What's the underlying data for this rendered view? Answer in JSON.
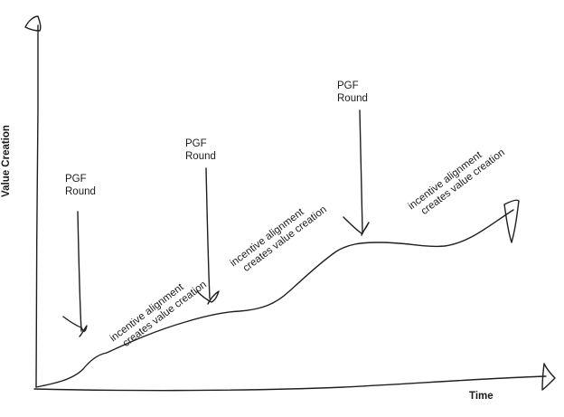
{
  "diagram": {
    "y_axis_label": "Value Creation",
    "x_axis_label": "Time",
    "pgf_rounds": [
      {
        "line1": "PGF",
        "line2": "Round"
      },
      {
        "line1": "PGF",
        "line2": "Round"
      },
      {
        "line1": "PGF",
        "line2": "Round"
      }
    ],
    "annotations": [
      {
        "line1": "incentive alignment",
        "line2": "creates value creation"
      },
      {
        "line1": "incentive alignment",
        "line2": "creates value creation"
      },
      {
        "line1": "incentive alignment",
        "line2": "creates value creation"
      }
    ]
  }
}
